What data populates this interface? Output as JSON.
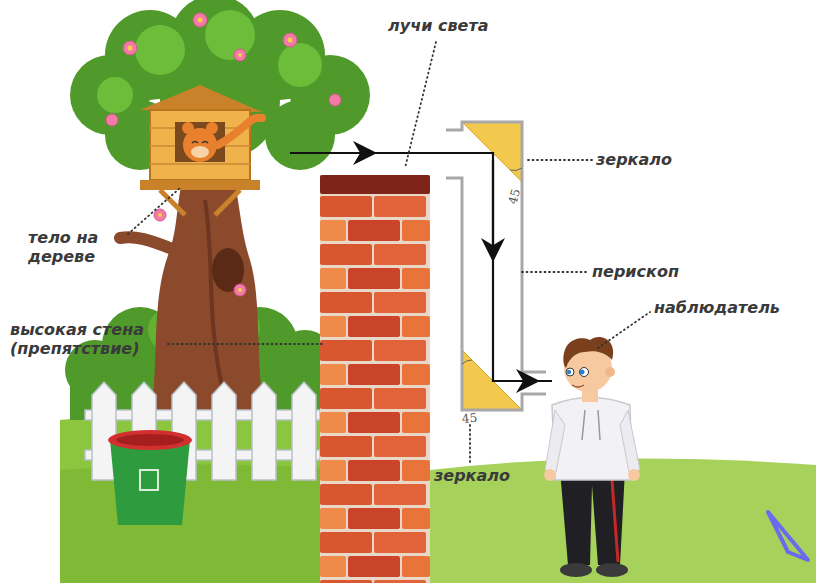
{
  "diagram": {
    "labels": [
      "лучи света",
      "зеркало",
      "45",
      "тело на дереве",
      "перископ",
      "наблюдатель",
      "высокая стена (препятствие)",
      "45",
      "зеркало"
    ]
  }
}
